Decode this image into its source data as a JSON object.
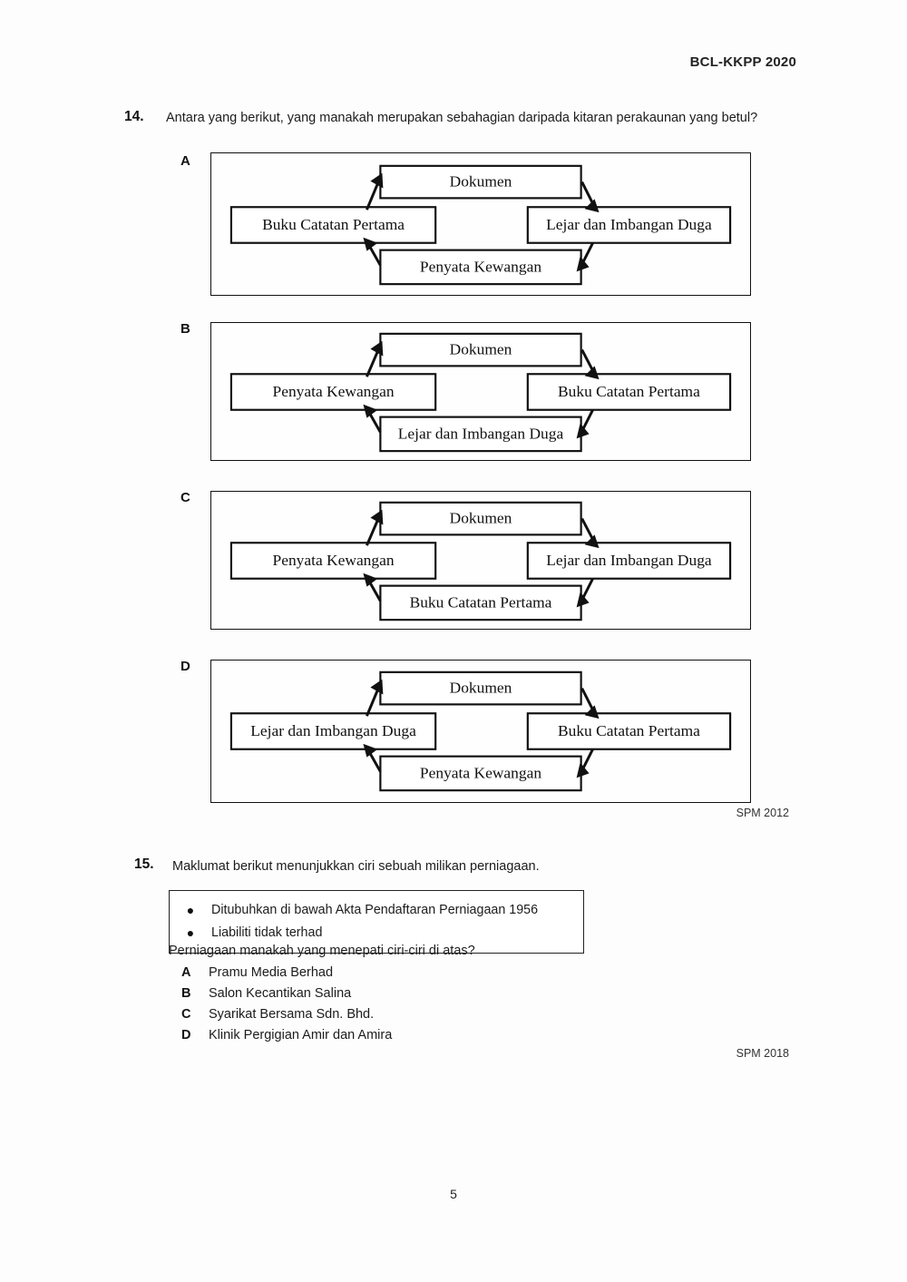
{
  "header": {
    "title": "BCL-KKPP 2020"
  },
  "footer": {
    "page_number": "5"
  },
  "questions": [
    {
      "number": "14.",
      "text": "Antara yang berikut, yang manakah merupakan sebahagian daripada kitaran perakaunan yang betul?",
      "source": "SPM 2012",
      "options": [
        {
          "letter": "A",
          "nodes": {
            "top": "Dokumen",
            "left": "Buku Catatan Pertama",
            "right": "Lejar dan Imbangan Duga",
            "bottom": "Penyata Kewangan"
          }
        },
        {
          "letter": "B",
          "nodes": {
            "top": "Dokumen",
            "left": "Penyata Kewangan",
            "right": "Buku Catatan Pertama",
            "bottom": "Lejar dan Imbangan Duga"
          }
        },
        {
          "letter": "C",
          "nodes": {
            "top": "Dokumen",
            "left": "Penyata Kewangan",
            "right": "Lejar dan Imbangan Duga",
            "bottom": "Buku Catatan Pertama"
          }
        },
        {
          "letter": "D",
          "nodes": {
            "top": "Dokumen",
            "left": "Lejar dan Imbangan Duga",
            "right": "Buku Catatan Pertama",
            "bottom": "Penyata Kewangan"
          }
        }
      ]
    },
    {
      "number": "15.",
      "text": "Maklumat berikut menunjukkan ciri sebuah milikan perniagaan.",
      "info_bullets": [
        "Ditubuhkan di bawah Akta Pendaftaran Perniagaan 1956",
        "Liabiliti tidak terhad"
      ],
      "sub_question": "Perniagaan manakah yang menepati ciri-ciri di atas?",
      "choices": [
        {
          "letter": "A",
          "label": "Pramu Media Berhad"
        },
        {
          "letter": "B",
          "label": "Salon Kecantikan Salina"
        },
        {
          "letter": "C",
          "label": "Syarikat Bersama Sdn. Bhd."
        },
        {
          "letter": "D",
          "label": "Klinik Pergigian Amir dan Amira"
        }
      ],
      "source": "SPM 2018"
    }
  ],
  "bullet_glyph": "●",
  "colors": {
    "ink": "#111111",
    "paper": "#fdfdfd"
  }
}
